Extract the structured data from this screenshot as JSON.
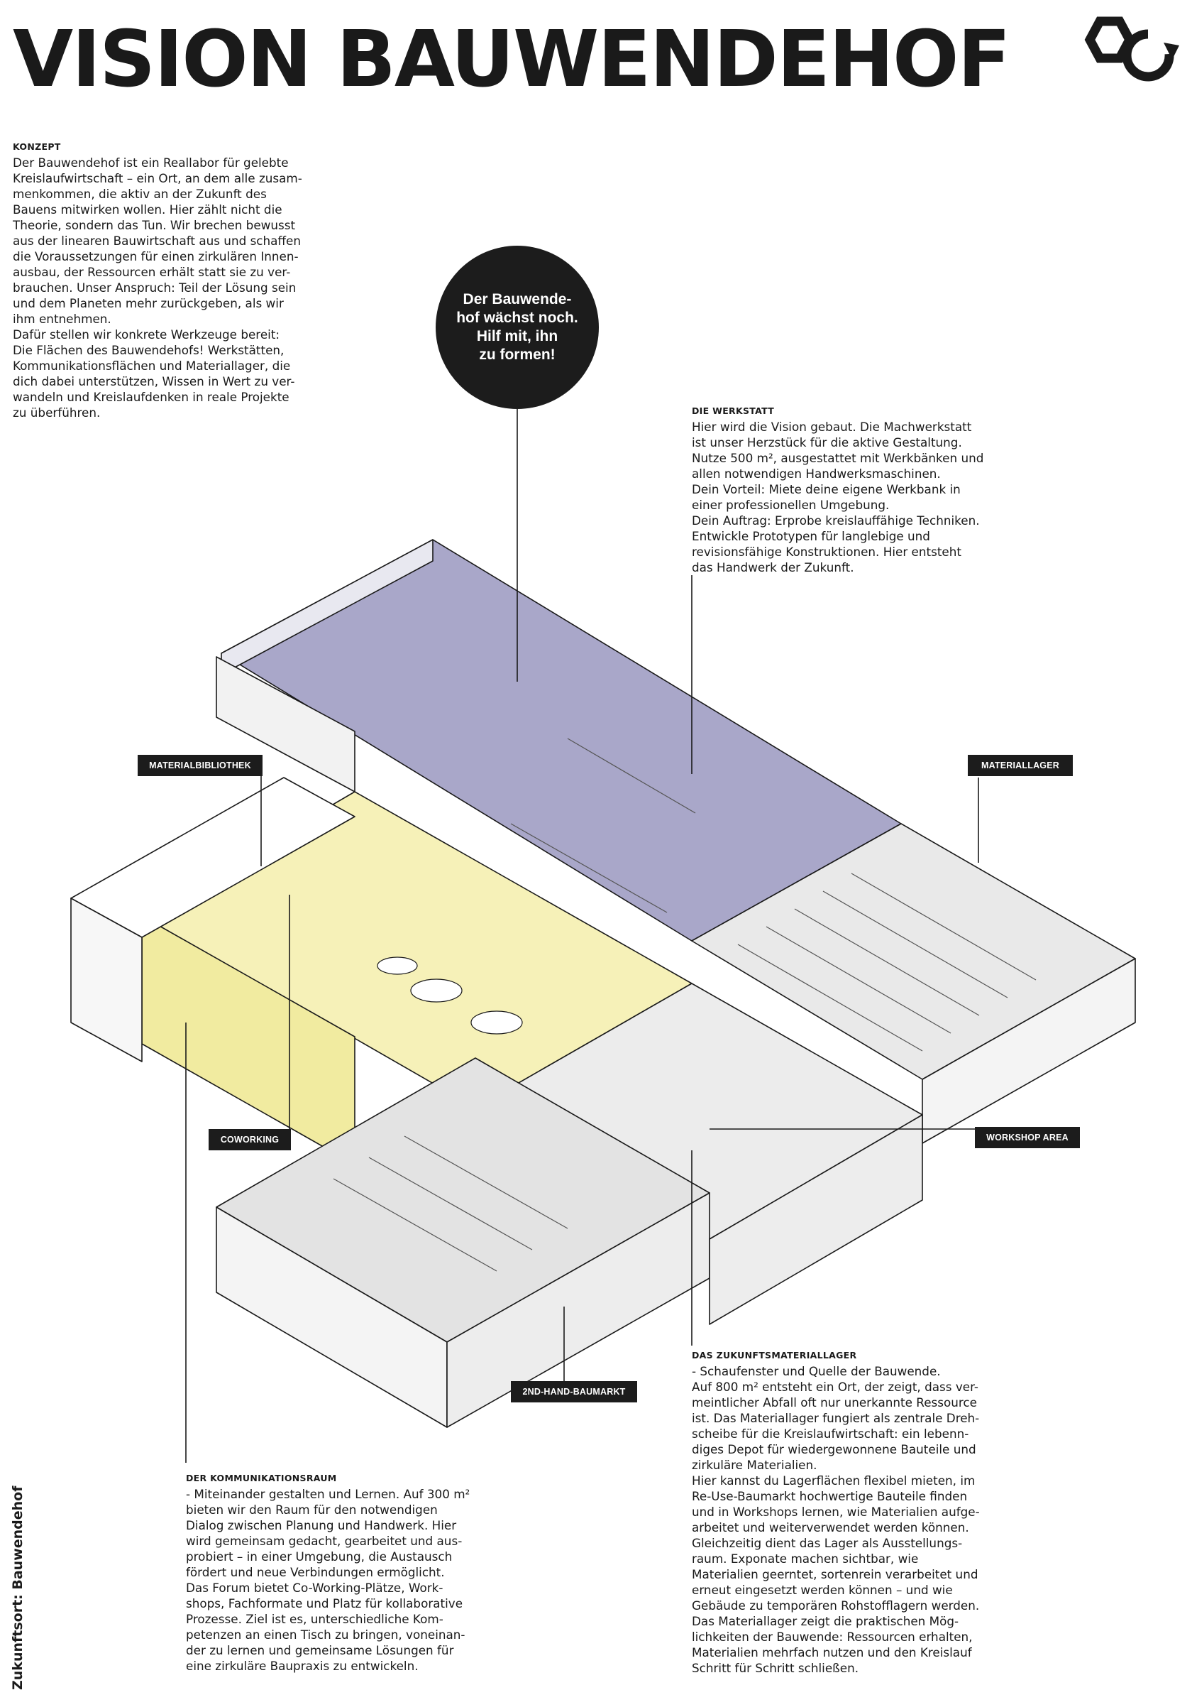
{
  "title": "VISION BAUWENDEHOF",
  "bubble_text": "Der Bauwende-\nhof wächst noch.\nHilf mit, ihn\nzu formen!",
  "sections": {
    "konzept": {
      "heading": "KONZEPT",
      "body": "Der Bauwendehof ist ein Reallabor für gelebte\nKreislaufwirtschaft – ein Ort, an dem alle zusam-\nmenkommen, die aktiv an der Zukunft des\nBauens mitwirken wollen. Hier zählt nicht die\nTheorie, sondern das Tun. Wir brechen bewusst\naus der linearen Bauwirtschaft aus und schaffen\ndie Voraussetzungen für einen zirkulären Innen-\nausbau, der Ressourcen erhält statt sie zu ver-\nbrauchen. Unser Anspruch: Teil der Lösung sein\nund dem Planeten mehr zurückgeben, als wir\nihm entnehmen.\nDafür stellen wir konkrete Werkzeuge bereit:\nDie Flächen des Bauwendehofs! Werkstätten,\nKommunikationsflächen und Materiallager, die\ndich dabei unterstützen, Wissen in Wert zu ver-\nwandeln und Kreislaufdenken in reale Projekte\nzu überführen."
    },
    "werkstatt": {
      "heading": "DIE WERKSTATT",
      "body": "Hier wird die Vision gebaut. Die Machwerkstatt\nist unser Herzstück für die aktive Gestaltung.\nNutze 500 m², ausgestattet mit Werkbänken und\nallen notwendigen Handwerksmaschinen.\nDein Vorteil: Miete deine eigene Werkbank in\neiner professionellen Umgebung.\nDein Auftrag: Erprobe kreislauffähige Techniken.\nEntwickle Prototypen für langlebige und\nrevisionsfähige Konstruktionen. Hier entsteht\ndas Handwerk der Zukunft."
    },
    "kommunikation": {
      "heading": "DER KOMMUNIKATIONSRAUM",
      "body": "- Miteinander gestalten und Lernen. Auf 300 m²\nbieten wir den Raum für den notwendigen\nDialog zwischen Planung und Handwerk. Hier\nwird gemeinsam gedacht, gearbeitet und aus-\nprobiert – in einer Umgebung, die Austausch\nfördert und neue Verbindungen ermöglicht.\nDas Forum bietet Co-Working-Plätze, Work-\nshops, Fachformate und Platz für kollaborative\nProzesse. Ziel ist es, unterschiedliche Kom-\npetenzen an einen Tisch zu bringen, voneinan-\nder zu lernen und gemeinsame Lösungen für\neine zirkuläre Baupraxis zu entwickeln."
    },
    "zukunftsmateriallager": {
      "heading": "DAS ZUKUNFTSMATERIALLAGER",
      "body": "- Schaufenster und Quelle der Bauwende.\nAuf 800 m² entsteht ein Ort, der zeigt, dass ver-\nmeintlicher Abfall oft nur unerkannte Ressource\nist. Das Materiallager fungiert als zentrale Dreh-\nscheibe für die Kreislaufwirtschaft: ein lebenn-\ndiges Depot für wiedergewonnene Bauteile und\nzirkuläre Materialien.\nHier kannst du Lagerflächen flexibel mieten, im\nRe-Use-Baumarkt hochwertige Bauteile finden\nund in Workshops lernen, wie Materialien aufge-\narbeitet und weiterverwendet werden können.\nGleichzeitig dient das Lager als Ausstellungs-\nraum. Exponate machen sichtbar, wie\nMaterialien geerntet, sortenrein verarbeitet und\nerneut eingesetzt werden können – und wie\nGebäude zu temporären Rohstofflagern werden.\nDas Materiallager zeigt die praktischen Mög-\nlichkeiten der Bauwende: Ressourcen erhalten,\nMaterialien mehrfach nutzen und den Kreislauf\nSchritt für Schritt schließen."
    }
  },
  "tags": {
    "materialbibliothek": "MATERIALBIBLIOTHEK",
    "materiallager": "MATERIALLAGER",
    "coworking": "COWORKING",
    "workshop_area": "WORKSHOP AREA",
    "baumarkt": "2ND-HAND-BAUMARKT"
  },
  "vertical_caption": "Zukunftsort: Bauwendehof",
  "colors": {
    "ink": "#1a1a1a",
    "werkstatt_floor": "#a9a7c9",
    "coworking_floor": "#f6f1b8",
    "lager_floor": "#e9e9e9",
    "wall": "#f4f4f4"
  }
}
